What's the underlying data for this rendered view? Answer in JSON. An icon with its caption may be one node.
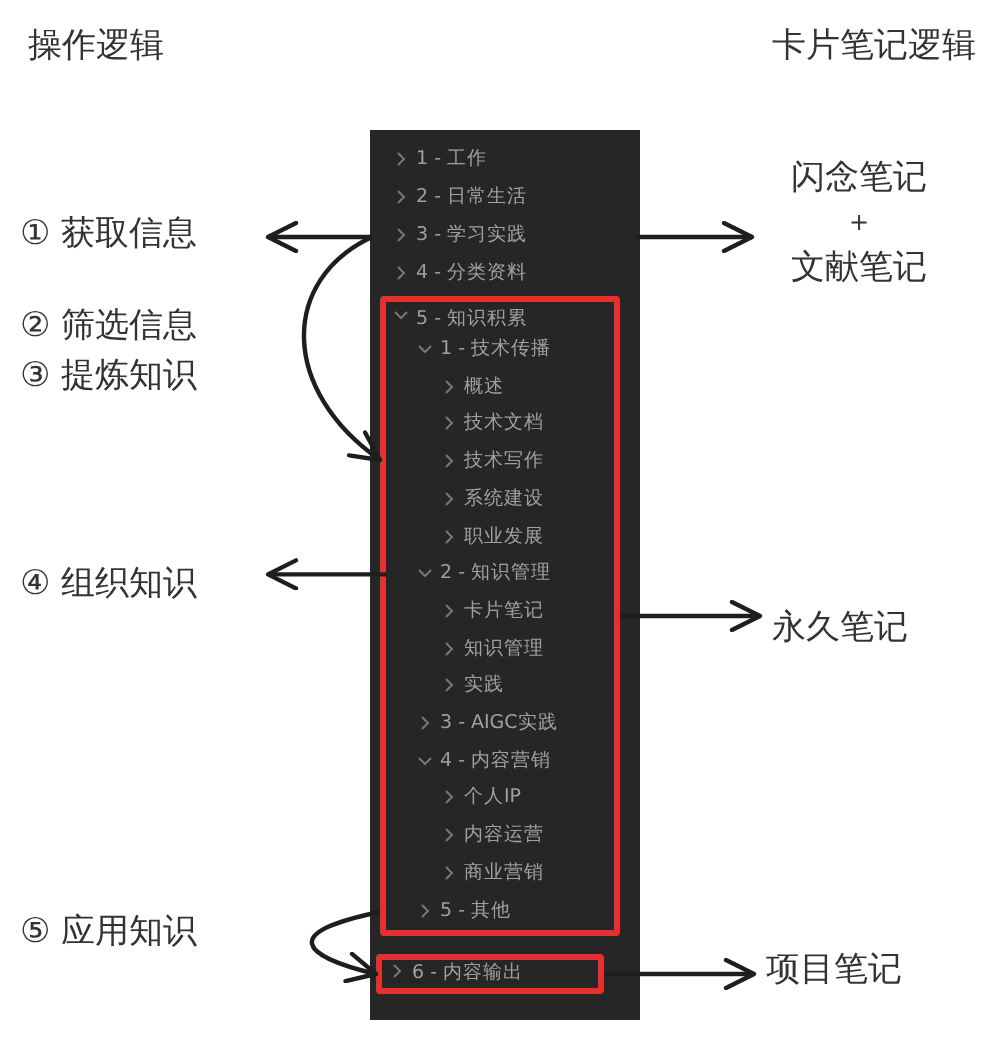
{
  "diagram": {
    "nodes": [
      {
        "text": [
          "① 获取信息"
        ]
      },
      {
        "text": [
          "④ 组织知识"
        ]
      },
      {
        "text": [
          "⑤ 应用知识"
        ]
      },
      {
        "text": [],
        "shape": "box"
      },
      {
        "text": [
          "1 - 工作"
        ],
        "in": 3
      },
      {
        "text": [
          "2 - 日常生活"
        ],
        "in": 3
      },
      {
        "text": [
          "3 - 学习实践"
        ],
        "in": 3
      },
      {
        "text": [
          "4 - 分类资料"
        ],
        "in": 3
      },
      {
        "text": [
          "5 - 知识积累"
        ],
        "in": 3
      },
      {
        "text": [
          "1 - 技术传播"
        ],
        "in": 8
      },
      {
        "text": [
          "概述"
        ],
        "in": 8
      },
      {
        "text": [
          "技术文档"
        ],
        "in": 8
      },
      {
        "text": [
          "技术写作"
        ],
        "in": 8
      },
      {
        "text": [
          "系统建设"
        ],
        "in": 8
      },
      {
        "text": [
          "职业发展"
        ],
        "in": 8
      },
      {
        "text": [
          "2 - 知识管理"
        ],
        "in": 8
      },
      {
        "text": [
          "卡片笔记"
        ],
        "in": 8
      },
      {
        "text": [
          "知识管理"
        ],
        "in": 8
      },
      {
        "text": [
          "实践"
        ],
        "in": 8
      },
      {
        "text": [
          "3 - AIGC实践"
        ],
        "in": 8
      },
      {
        "text": [
          "4 - 内容营销"
        ],
        "in": 8
      },
      {
        "text": [
          "个人IP"
        ],
        "in": 8
      },
      {
        "text": [
          "内容运营"
        ],
        "in": 8
      },
      {
        "text": [
          "商业营销"
        ],
        "in": 8
      },
      {
        "text": [
          "5 - 其他"
        ],
        "in": 8
      },
      {
        "text": [
          "6 - 内容输出"
        ],
        "in": 3
      },
      {
        "text": [
          "闪念笔记",
          "+",
          "文献笔记"
        ]
      },
      {
        "text": [
          "永久笔记"
        ]
      },
      {
        "text": [
          "项目笔记"
        ]
      }
    ],
    "edges": [
      {
        "from": 6,
        "to": 0,
        "arrow": "to"
      },
      {
        "from": 6,
        "to": 8,
        "arrow": "to"
      },
      {
        "from": 15,
        "to": 1,
        "arrow": "to"
      },
      {
        "from": 8,
        "to": 25,
        "arrow": "to"
      },
      {
        "from": 6,
        "to": 26,
        "arrow": "to"
      },
      {
        "from": 8,
        "to": 27,
        "arrow": "to"
      },
      {
        "from": 25,
        "to": 28,
        "arrow": "to"
      }
    ],
    "labels": [
      "操作逻辑",
      "卡片笔记逻辑",
      "② 筛选信息",
      "③ 提炼知识"
    ]
  }
}
